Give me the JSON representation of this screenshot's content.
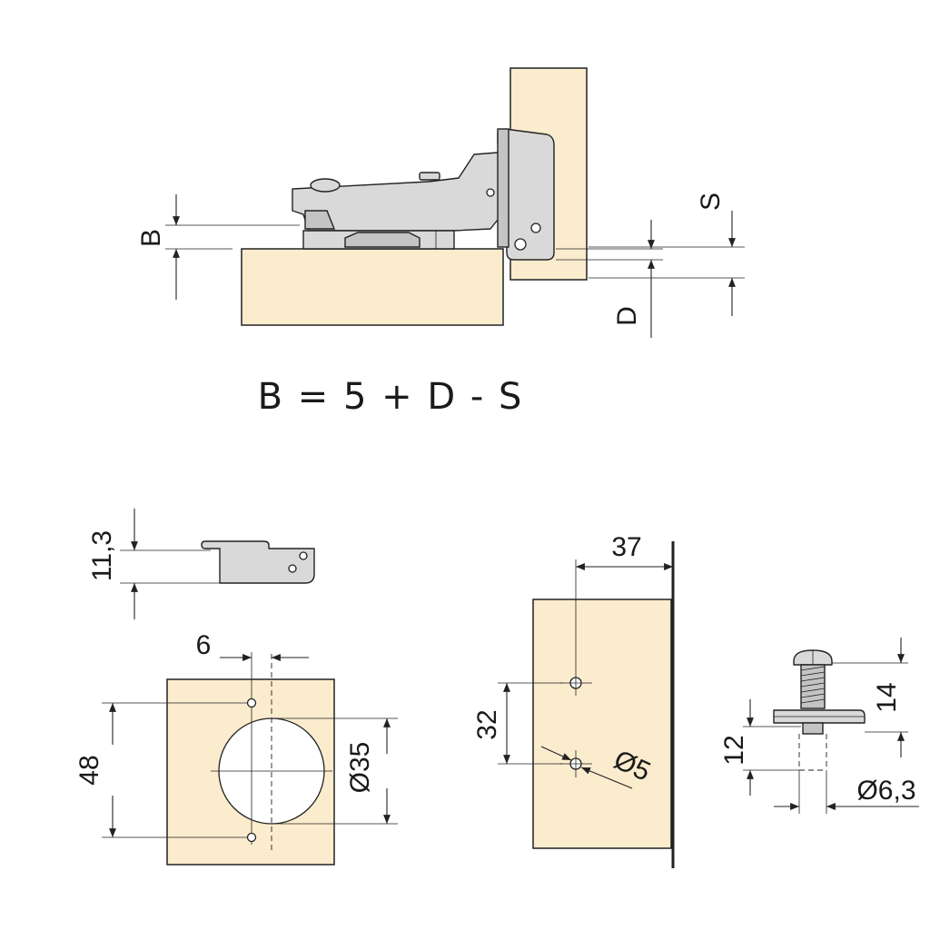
{
  "formula": "B = 5 + D - S",
  "side_view": {
    "label_b": "B",
    "label_d": "D",
    "label_s": "S"
  },
  "cup_section": {
    "label_height": "11,3"
  },
  "door_plan": {
    "label_offset": "6",
    "label_spacing": "48",
    "label_cup_diameter": "Ø35"
  },
  "mounting_plate": {
    "label_setback": "37",
    "label_spacing": "32",
    "label_hole_diameter": "Ø5"
  },
  "screw_detail": {
    "label_length": "14",
    "label_depth": "12",
    "label_diameter": "Ø6,3"
  }
}
